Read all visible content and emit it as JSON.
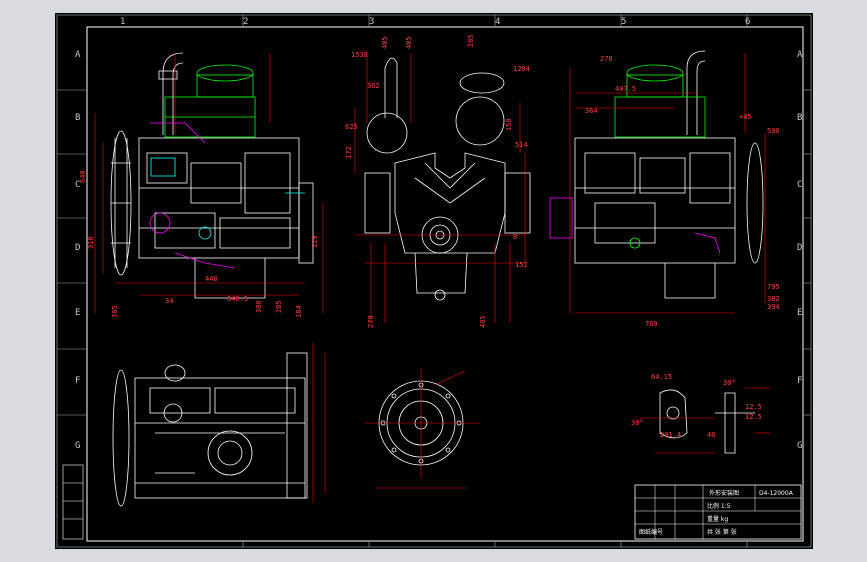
{
  "sheet": {
    "col_labels": [
      "1",
      "2",
      "3",
      "4",
      "5",
      "6"
    ],
    "row_labels": [
      "A",
      "B",
      "C",
      "D",
      "E",
      "F",
      "G"
    ]
  },
  "dimensions": {
    "front_left": [
      "640",
      "310",
      "448",
      "646.5",
      "34",
      "300",
      "285",
      "129",
      "184",
      "305"
    ],
    "front_top": [
      "1538",
      "485",
      "285",
      "1204",
      "362"
    ],
    "middle": [
      "625",
      "172",
      "158",
      "514",
      "0",
      "152",
      "405",
      "279"
    ],
    "right_top": [
      "278",
      "407.5",
      "364",
      "+45",
      "590",
      "795",
      "382",
      "394",
      "769"
    ]
  },
  "detail": {
    "angles": [
      "30°",
      "30°"
    ],
    "values": [
      "64.15",
      "12.5",
      "12.5",
      "201.4",
      "40"
    ]
  },
  "title_block": {
    "name": "外形安装图",
    "model": "D4-12000A",
    "rows": [
      "比例 1:5",
      "重量 kg",
      "共 张 第 张"
    ],
    "footer": "图纸编号"
  }
}
